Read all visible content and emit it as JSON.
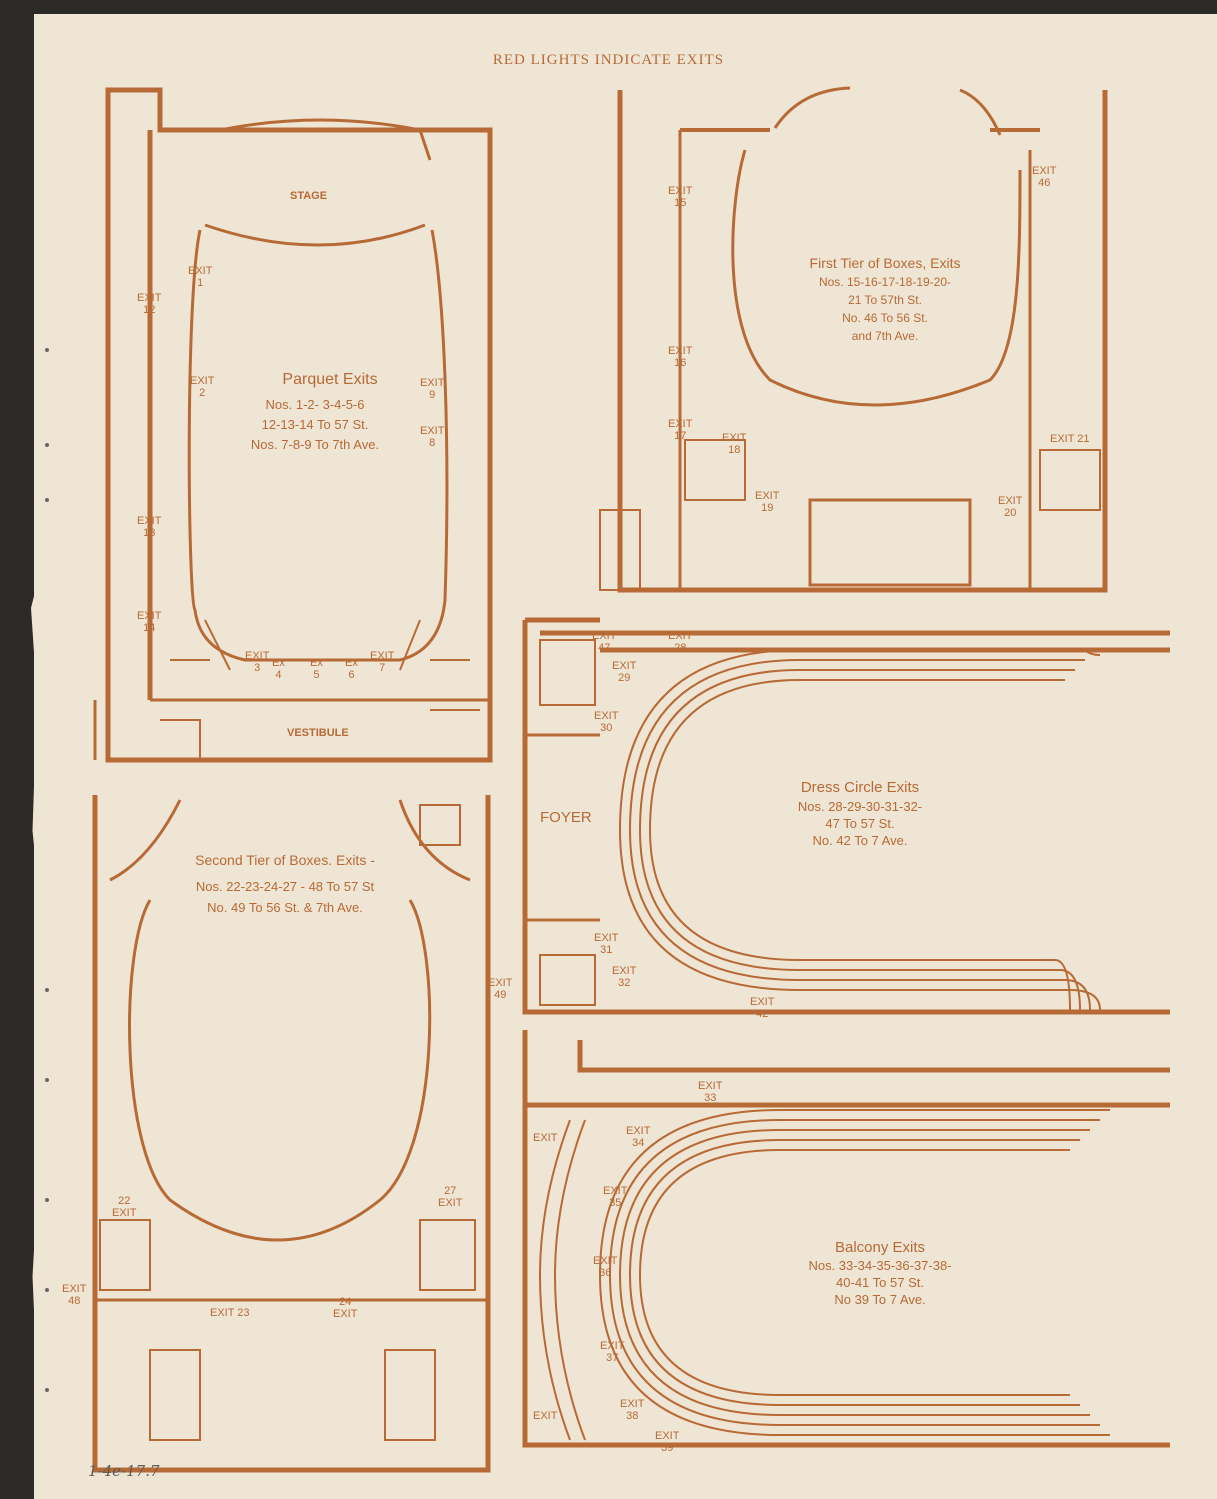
{
  "header": "RED LIGHTS INDICATE EXITS",
  "handwritten_note": "1-4e-17.7",
  "parquet": {
    "stage": "STAGE",
    "vestibule": "VESTIBULE",
    "title": "Parquet Exits",
    "lines": "Nos. 1-2- 3-4-5-6\n12-13-14 To 57 St.\nNos. 7-8-9 To 7th Ave.",
    "exits": {
      "e1": "EXIT\n1",
      "e2": "EXIT\n2",
      "e12": "EXIT\n12",
      "e13": "EXIT\n13",
      "e14": "EXIT\n14",
      "e9": "EXIT\n9",
      "e8": "EXIT\n8",
      "e3": "EXIT\n3",
      "e4": "Ex\n4",
      "e5": "Ex\n5",
      "e6": "Ex\n6",
      "e7": "EXIT\n7"
    }
  },
  "first_tier": {
    "title": "First Tier of Boxes, Exits",
    "lines": "Nos. 15-16-17-18-19-20-\n21 To 57th St.\nNo. 46 To 56 St.\nand 7th Ave.",
    "exits": {
      "e15": "EXIT\n15",
      "e16": "EXIT\n16",
      "e17": "EXIT\n17",
      "e18": "EXIT\n18",
      "e19": "EXIT\n19",
      "e20": "EXIT\n20",
      "e21": "EXIT 21",
      "e46": "EXIT\n46"
    }
  },
  "dress_circle": {
    "title": "Dress Circle Exits",
    "lines": "Nos. 28-29-30-31-32-\n47 To 57 St.\nNo. 42 To 7 Ave.",
    "foyer": "FOYER",
    "exits": {
      "e47": "EXIT\n47",
      "e28": "EXIT\n28",
      "e29": "EXIT\n29",
      "e30": "EXIT\n30",
      "e31": "EXIT\n31",
      "e32": "EXIT\n32",
      "e42": "EXIT\n42"
    }
  },
  "second_tier": {
    "title": "Second Tier of Boxes. Exits -",
    "lines": "Nos. 22-23-24-27 - 48 To 57 St\nNo. 49 To 56 St. & 7th Ave.",
    "exits": {
      "e49": "EXIT\n49",
      "e22": "22\nEXIT",
      "e27": "27\nEXIT",
      "e48": "EXIT\n48",
      "e23": "EXIT 23",
      "e24": "24\nEXIT"
    }
  },
  "balcony": {
    "title": "Balcony Exits",
    "lines": "Nos. 33-34-35-36-37-38-\n40-41 To 57 St.\nNo 39 To 7 Ave.",
    "exits": {
      "e33": "EXIT\n33",
      "e34": "EXIT\n34",
      "e35": "EXIT\n35",
      "e36": "EXIT\n36",
      "e37": "EXIT\n37",
      "e38": "EXIT\n38",
      "e39": "EXIT\n39",
      "ea": "EXIT",
      "eb": "EXIT"
    }
  }
}
